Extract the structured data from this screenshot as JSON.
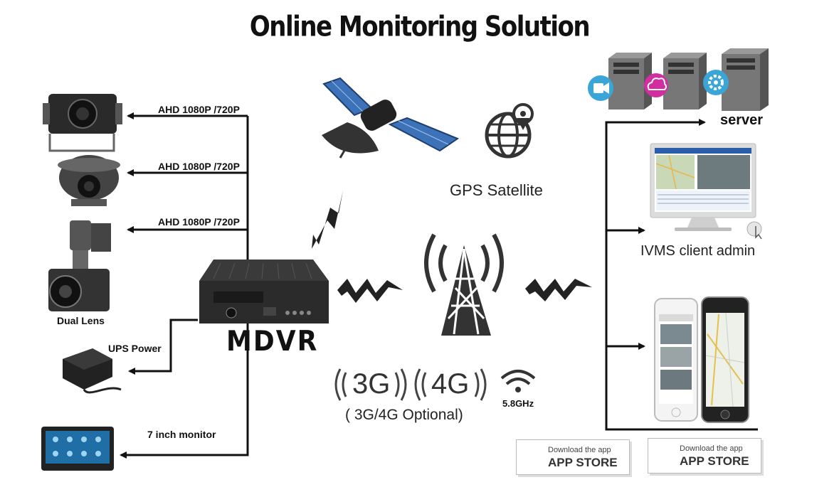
{
  "title": "Online Monitoring Solution",
  "cameras": [
    {
      "label": "AHD 1080P /720P"
    },
    {
      "label": "AHD 1080P /720P"
    },
    {
      "label": "AHD 1080P /720P"
    }
  ],
  "dual_lens_label": "Dual Lens",
  "ups_label": "UPS Power",
  "monitor_label": "7 inch monitor",
  "mdvr_label": "MDVR",
  "gps_label": "GPS Satellite",
  "network": {
    "g3": "3G",
    "g4": "4G",
    "optional": "( 3G/4G Optional)",
    "wifi": "5.8GHz"
  },
  "server_label": "server",
  "ivms_label": "IVMS client admin",
  "stores": [
    {
      "small": "Download the app",
      "big": "APP STORE",
      "icon": "android-icon"
    },
    {
      "small": "Download the app",
      "big": "APP STORE",
      "icon": "apple-icon"
    }
  ],
  "colors": {
    "line": "#111111",
    "video_icon": "#3aa6d8",
    "cloud_icon": "#d12fa0",
    "gear_icon": "#3aa6d8"
  }
}
